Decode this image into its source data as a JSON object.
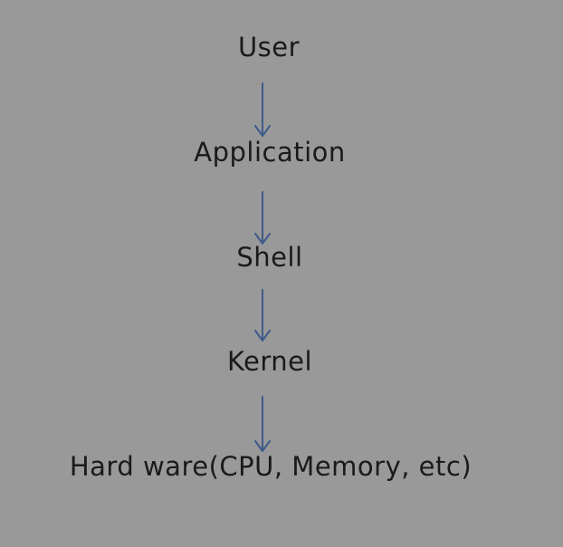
{
  "diagram": {
    "nodes": [
      {
        "id": "user",
        "label": "User"
      },
      {
        "id": "application",
        "label": "Application"
      },
      {
        "id": "shell",
        "label": "Shell"
      },
      {
        "id": "kernel",
        "label": "Kernel"
      },
      {
        "id": "hardware",
        "label": "Hard ware(CPU, Memory, etc)"
      }
    ],
    "edges": [
      {
        "from": "user",
        "to": "application"
      },
      {
        "from": "application",
        "to": "shell"
      },
      {
        "from": "shell",
        "to": "kernel"
      },
      {
        "from": "kernel",
        "to": "hardware"
      }
    ],
    "colors": {
      "background": "#999999",
      "text": "#1a1a1a",
      "arrow": "#3d5a8a"
    }
  }
}
